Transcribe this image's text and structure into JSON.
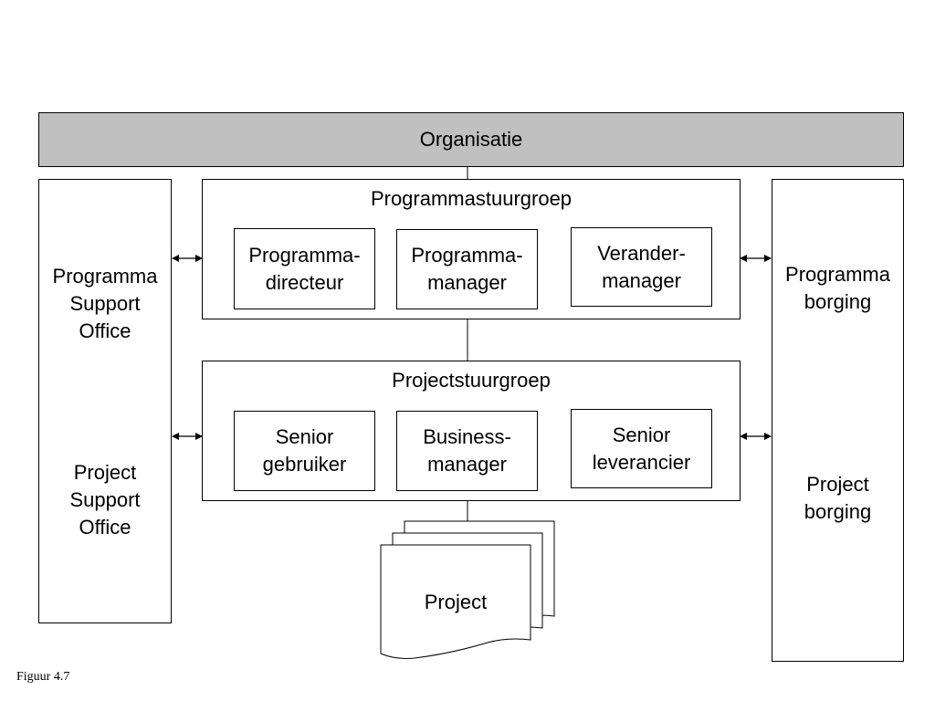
{
  "organisation": {
    "label": "Organisatie"
  },
  "left_panel": {
    "top": [
      "Programma",
      "Support",
      "Office"
    ],
    "bottom": [
      "Project",
      "Support",
      "Office"
    ]
  },
  "right_panel": {
    "top": [
      "Programma",
      "borging"
    ],
    "bottom": [
      "Project",
      "borging"
    ]
  },
  "programma_group": {
    "title": "Programmastuurgroep",
    "roles": [
      {
        "line1": "Programma-",
        "line2": "directeur"
      },
      {
        "line1": "Programma-",
        "line2": "manager"
      },
      {
        "line1": "Verander-",
        "line2": "manager"
      }
    ]
  },
  "project_group": {
    "title": "Projectstuurgroep",
    "roles": [
      {
        "line1": "Senior",
        "line2": "gebruiker"
      },
      {
        "line1": "Business-",
        "line2": "manager"
      },
      {
        "line1": "Senior",
        "line2": "leverancier"
      }
    ]
  },
  "project": {
    "label": "Project"
  },
  "caption": "Figuur 4.7"
}
